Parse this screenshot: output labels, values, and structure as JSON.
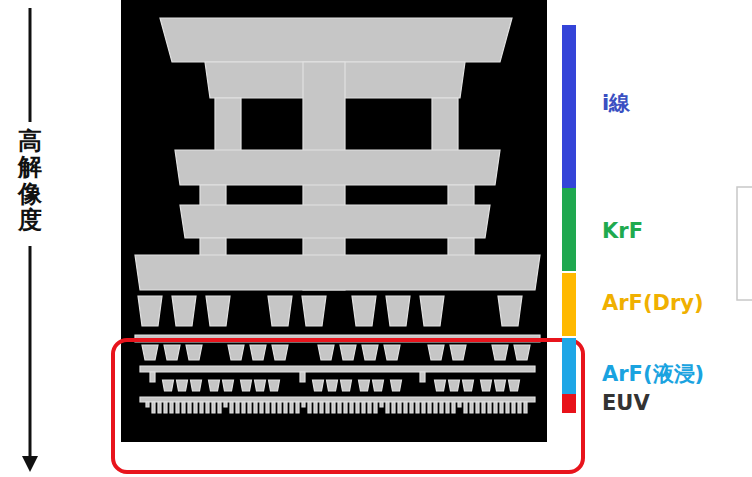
{
  "diagram": {
    "labels": [
      "高解像度"
    ],
    "legend": [
      {
        "text": "i線",
        "color": "#3444d8"
      },
      {
        "text": "KrF",
        "color": "#1fa84f"
      },
      {
        "text": "ArF(Dry)",
        "color": "#ffb900"
      },
      {
        "text": "ArF(液浸)",
        "color": "#1ea6e6"
      },
      {
        "text": "EUV",
        "color": "#e8121a"
      }
    ]
  }
}
